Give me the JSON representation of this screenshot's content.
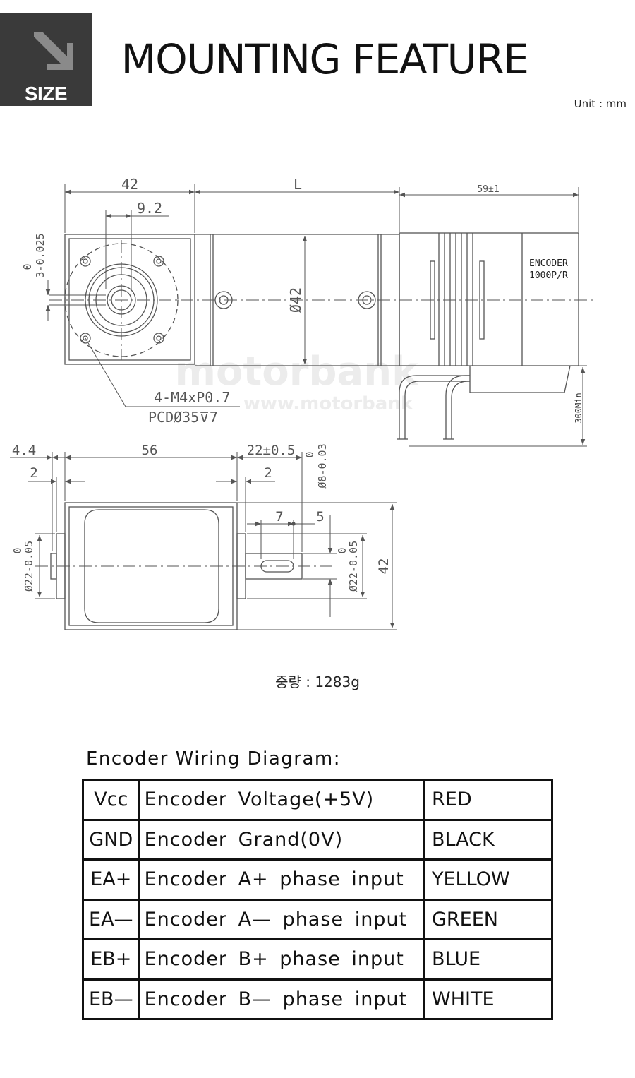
{
  "badge": {
    "label": "SIZE",
    "icon": "arrow-down-right-icon"
  },
  "title": "MOUNTING FEATURE",
  "unit": "Unit : mm",
  "drawing": {
    "top_view": {
      "dim_42": "42",
      "dim_9_2": "9.2",
      "dim_L": "L",
      "dim_59": "59±1",
      "dim_3_tol_top": "0",
      "dim_3_tol_bottom": "3-0.025",
      "dim_phi42": "Ø42",
      "encoder_label_line1": "ENCODER",
      "encoder_label_line2": "1000P/R",
      "thread_note_line1": "4-M4xP0.7",
      "thread_note_line2": "PCDØ35⊽7",
      "cable_length": "300Min"
    },
    "side_view": {
      "dim_4_4": "4.4",
      "dim_56": "56",
      "dim_22": "22±0.5",
      "dim_2_left": "2",
      "dim_2_right": "2",
      "dim_phi8_top": "0",
      "dim_phi8_bottom": "Ø8-0.03",
      "dim_7": "7",
      "dim_5": "5",
      "dim_42": "42",
      "dim_phi22_left_top": "0",
      "dim_phi22_left_bottom": "Ø22-0.05",
      "dim_phi22_right_top": "0",
      "dim_phi22_right_bottom": "Ø22-0.05"
    },
    "watermark": "motorbank",
    "watermark_url": "www.motorbank"
  },
  "weight": "중량 : 1283g",
  "wiring": {
    "title": "Encoder Wiring Diagram:",
    "rows": [
      {
        "pin": "Vcc",
        "description": "Encoder Voltage(+5V)",
        "color": "RED"
      },
      {
        "pin": "GND",
        "description": "Encoder Grand(0V)",
        "color": "BLACK"
      },
      {
        "pin": "EA+",
        "description": "Encoder A+ phase input",
        "color": "YELLOW"
      },
      {
        "pin": "EA—",
        "description": "Encoder A— phase input",
        "color": "GREEN"
      },
      {
        "pin": "EB+",
        "description": "Encoder B+ phase input",
        "color": "BLUE"
      },
      {
        "pin": "EB—",
        "description": "Encoder B— phase input",
        "color": "WHITE"
      }
    ]
  },
  "colors": {
    "badge_bg": "#3a3a3a",
    "line": "#555555",
    "text": "#111111"
  }
}
